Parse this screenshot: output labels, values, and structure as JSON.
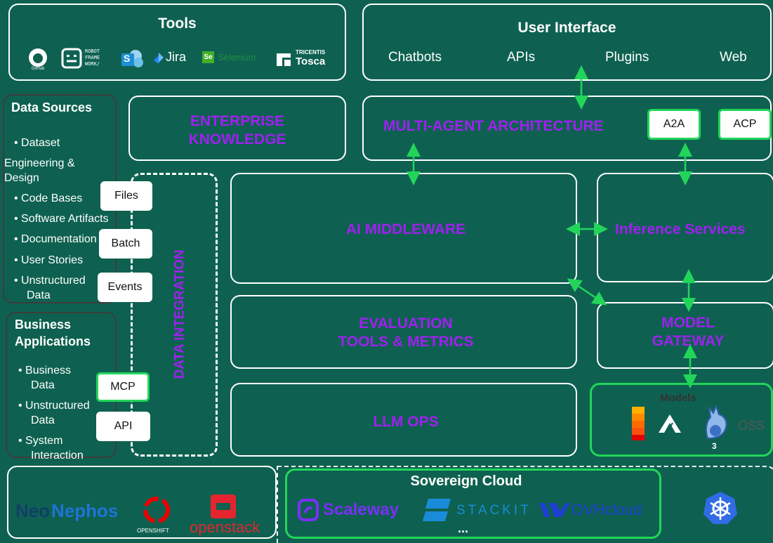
{
  "tools": {
    "title": "Tools",
    "logos": [
      {
        "name": "GitHub",
        "label": "GitHub"
      },
      {
        "name": "Robot Framework",
        "label": "ROBOT FRAME WORK/"
      },
      {
        "name": "SharePoint",
        "label": "S"
      },
      {
        "name": "Jira",
        "label": "Jira"
      },
      {
        "name": "Selenium",
        "label": "Selenium"
      },
      {
        "name": "Tricentis Tosca",
        "label_top": "TRICENTIS",
        "label_bottom": "Tosca"
      }
    ]
  },
  "user_interface": {
    "title": "User Interface",
    "items": [
      "Chatbots",
      "APIs",
      "Plugins",
      "Web"
    ]
  },
  "data_sources": {
    "title": "Data Sources",
    "items": [
      "• Dataset",
      "Engineering &",
      "Design",
      "• Code Bases",
      "• Software Artifacts",
      "• Documentation",
      "• User Stories",
      "• Unstructured",
      "Data"
    ]
  },
  "business_applications": {
    "title_line1": "Business",
    "title_line2": "Applications",
    "items": [
      "• Business",
      "Data",
      "• Unstructured",
      "Data",
      "• System",
      "Interaction"
    ]
  },
  "connectors": {
    "files": "Files",
    "batch": "Batch",
    "events": "Events",
    "mcp": "MCP",
    "api": "API"
  },
  "enterprise_knowledge": {
    "line1": "ENTERPRISE",
    "line2": "KNOWLEDGE"
  },
  "data_integration": {
    "label": "DATA INTEGRATION"
  },
  "multi_agent": {
    "label": "MULTI-AGENT ARCHITECTURE",
    "a2a": "A2A",
    "acp": "ACP"
  },
  "ai_middleware": {
    "label": "AI MIDDLEWARE"
  },
  "inference_services": {
    "label": "Inference Services"
  },
  "evaluation": {
    "line1": "EVALUATION",
    "line2": "TOOLS & METRICS"
  },
  "model_gateway": {
    "line1": "MODEL",
    "line2": "GATEWAY"
  },
  "llm_ops": {
    "label": "LLM OPS"
  },
  "models": {
    "title": "Models",
    "oss": "OSS",
    "badge": "3"
  },
  "infrastructure": {
    "neonephos_a": "Neo",
    "neonephos_b": "Nephos",
    "openshift": "OPENSHIFT",
    "openstack": "openstack"
  },
  "sovereign_cloud": {
    "title": "Sovereign Cloud",
    "scaleway": "Scaleway",
    "stackit": "STACKIT",
    "ovhcloud": "OVHcloud",
    "more": "..."
  },
  "colors": {
    "background": "#0e6150",
    "purple_text": "#a020f0",
    "arrow_green": "#22d55a",
    "dark_border": "#3d3d3d"
  }
}
